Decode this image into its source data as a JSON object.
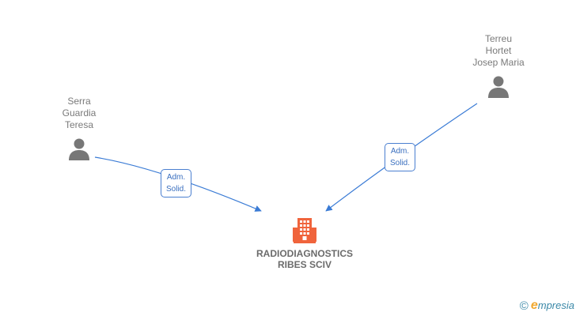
{
  "colors": {
    "edge": "#3a7bd5",
    "person_icon": "#777777",
    "company_icon": "#f0643c",
    "label_border": "#4a7fd0"
  },
  "persons": [
    {
      "icon": "person-icon",
      "name_lines": [
        "Serra",
        "Guardia",
        "Teresa"
      ]
    },
    {
      "icon": "person-icon",
      "name_lines": [
        "Terreu",
        "Hortet",
        "Josep Maria"
      ]
    }
  ],
  "company": {
    "icon": "building-icon",
    "name_lines": [
      "RADIODIAGNOSTICS",
      "RIBES SCIV"
    ]
  },
  "relations": [
    {
      "from": "Serra Guardia Teresa",
      "to": "RADIODIAGNOSTICS RIBES SCIV",
      "label_lines": [
        "Adm.",
        "Solid."
      ]
    },
    {
      "from": "Terreu Hortet Josep Maria",
      "to": "RADIODIAGNOSTICS RIBES SCIV",
      "label_lines": [
        "Adm.",
        "Solid."
      ]
    }
  ],
  "watermark": {
    "copyright_symbol": "©",
    "brand_first_letter": "e",
    "brand_rest": "mpresia"
  }
}
